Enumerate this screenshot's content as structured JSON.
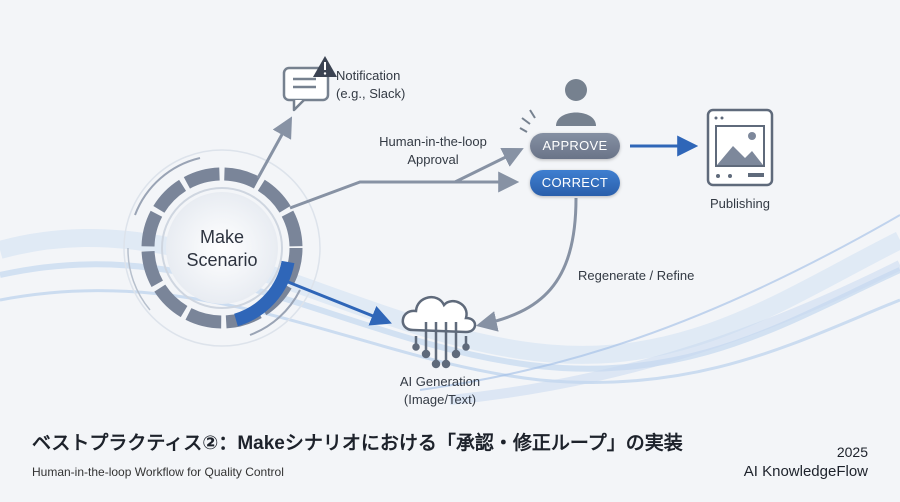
{
  "diagram": {
    "center": {
      "line1": "Make",
      "line2": "Scenario"
    },
    "notification": {
      "line1": "Notification",
      "line2": "(e.g., Slack)"
    },
    "approval": {
      "line1": "Human-in-the-loop",
      "line2": "Approval"
    },
    "approve_label": "APPROVE",
    "correct_label": "CORRECT",
    "publishing_label": "Publishing",
    "regenerate_label": "Regenerate / Refine",
    "ai": {
      "line1": "AI Generation",
      "line2": "(Image/Text)"
    }
  },
  "footer": {
    "title": "ベストプラクティス②：Makeシナリオにおける「承認・修正ループ」の実装",
    "subtitle": "Human-in-the-loop Workflow for Quality Control",
    "year": "2025",
    "brand": "AI KnowledgeFlow"
  },
  "colors": {
    "accent_blue": "#2f66b8",
    "slate": "#7d889b",
    "background": "#f3f5f8"
  }
}
